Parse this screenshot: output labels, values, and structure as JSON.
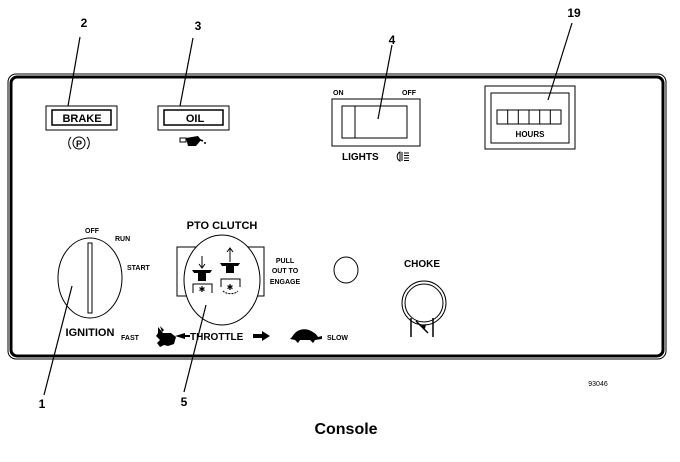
{
  "figure": {
    "caption": "Console",
    "figure_number": "93046"
  },
  "callouts": [
    {
      "number": "1",
      "target": "ignition"
    },
    {
      "number": "2",
      "target": "brake-light"
    },
    {
      "number": "3",
      "target": "oil-light"
    },
    {
      "number": "4",
      "target": "lights-switch"
    },
    {
      "number": "5",
      "target": "pto-clutch"
    },
    {
      "number": "19",
      "target": "hour-meter"
    }
  ],
  "brake_light": {
    "label": "BRAKE",
    "icon": "parking-brake-icon",
    "icon_text": "P"
  },
  "oil_light": {
    "label": "OIL",
    "icon": "oil-can-icon"
  },
  "lights_switch": {
    "on_label": "ON",
    "off_label": "OFF",
    "label": "LIGHTS",
    "icon": "headlight-icon"
  },
  "hour_meter": {
    "label": "HOURS",
    "digit_count": 6
  },
  "ignition": {
    "label": "IGNITION",
    "positions": [
      "OFF",
      "RUN",
      "START"
    ]
  },
  "pto_clutch": {
    "label": "PTO CLUTCH",
    "instruction_lines": [
      "PULL",
      "OUT TO",
      "ENGAGE"
    ]
  },
  "throttle": {
    "label": "THROTTLE",
    "fast_label": "FAST",
    "slow_label": "SLOW",
    "fast_icon": "rabbit-icon",
    "slow_icon": "turtle-icon"
  },
  "choke": {
    "label": "CHOKE"
  }
}
